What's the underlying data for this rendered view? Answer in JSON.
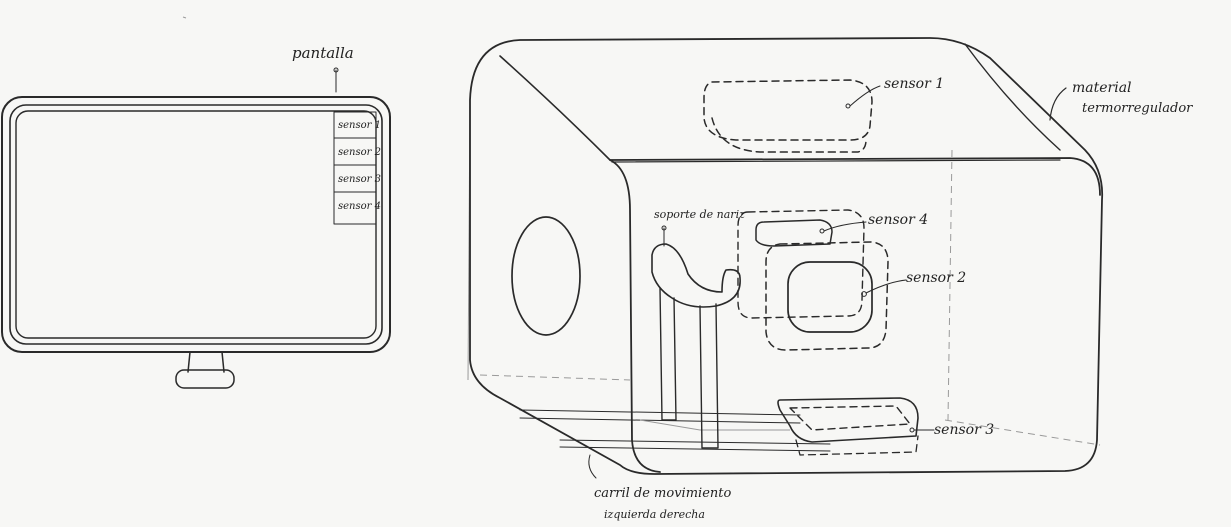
{
  "monitor": {
    "title": "pantalla",
    "panel": [
      "sensor 1",
      "sensor 2",
      "sensor 3",
      "sensor 4"
    ]
  },
  "chamber": {
    "material_line1": "material",
    "material_line2": "termorregulador",
    "sensor1": "sensor 1",
    "sensor2": "sensor 2",
    "sensor3": "sensor 3",
    "sensor4": "sensor 4",
    "nose_support": "soporte de nariz",
    "rail_line1": "carril de movimiento",
    "rail_line2": "izquierda derecha"
  }
}
